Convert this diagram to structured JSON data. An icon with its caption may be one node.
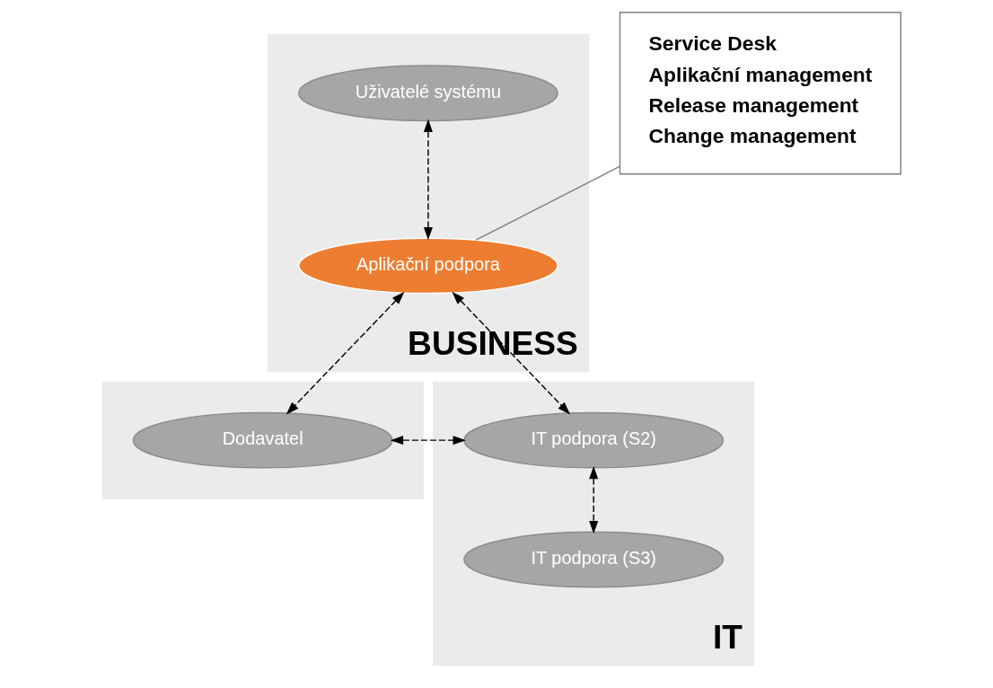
{
  "diagram": {
    "nodes": [
      {
        "text": [
          "BUSINESS"
        ]
      },
      {
        "text": [
          "Uživatelé systému"
        ],
        "in": 0
      },
      {
        "text": [
          "Service Desk",
          "Aplikační management",
          "Release management",
          "Change management"
        ]
      },
      {
        "text": [
          "Aplikační podpora"
        ],
        "in": 0
      },
      {
        "text": [],
        "shape": "box"
      },
      {
        "text": [
          "Dodavatel"
        ],
        "in": 4
      },
      {
        "text": [
          "IT"
        ]
      },
      {
        "text": [
          "IT podpora (S2)"
        ],
        "in": 6
      },
      {
        "text": [
          "IT podpora (S3)"
        ],
        "in": 6
      }
    ],
    "edges": [
      {
        "from": 1,
        "to": 3,
        "arrow": "both",
        "style": "dashed"
      },
      {
        "from": 2,
        "to": 3,
        "arrow": "none",
        "color": "#7f7f7f"
      },
      {
        "from": 3,
        "to": 5,
        "arrow": "both",
        "style": "dashed"
      },
      {
        "from": 3,
        "to": 7,
        "arrow": "both",
        "style": "dashed"
      },
      {
        "from": 5,
        "to": 7,
        "arrow": "both",
        "style": "dashed"
      },
      {
        "from": 7,
        "to": 8,
        "arrow": "both",
        "style": "dashed"
      }
    ]
  }
}
